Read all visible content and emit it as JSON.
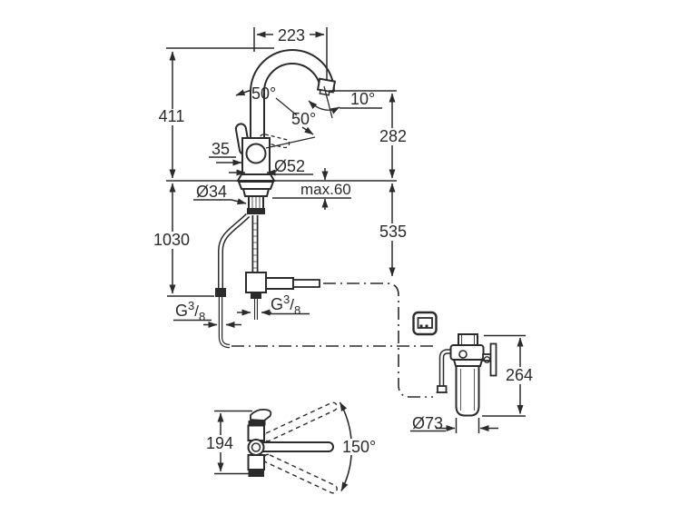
{
  "diagram": {
    "type": "technical-installation-drawing",
    "subject": "kitchen-faucet-with-filter-system",
    "colors": {
      "ink": "#2b2b2b",
      "background": "#ffffff"
    },
    "annotations": {
      "spout_reach": "223",
      "spout_height": "411",
      "lever_angle_up": "50°",
      "spout_outlet_angle": "10°",
      "lever_angle_down": "50°",
      "lever_offset": "35",
      "body_diameter": "Ø52",
      "mounting_hole_diameter": "Ø34",
      "max_deck_thickness": "max.60",
      "outlet_to_deck": "282",
      "deck_to_hose": "535",
      "hose_length": "1030",
      "thread_left": {
        "prefix": "G",
        "numerator": "3",
        "slash": "/",
        "denominator": "8"
      },
      "thread_center": {
        "prefix": "G",
        "numerator": "3",
        "slash": "/",
        "denominator": "8"
      },
      "filter_height": "264",
      "filter_diameter": "Ø73",
      "plan_body_depth": "194",
      "swivel_range": "150°"
    }
  }
}
